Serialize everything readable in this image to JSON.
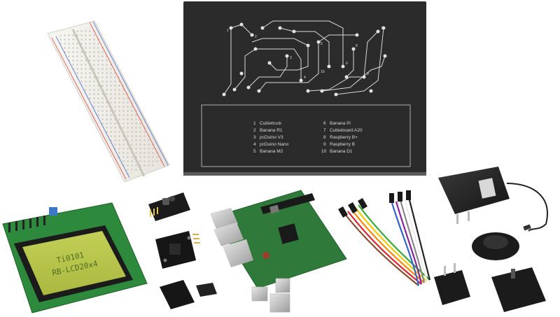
{
  "board_legend": {
    "left": [
      {
        "num": "1",
        "name": "Cubietruck"
      },
      {
        "num": "2",
        "name": "Banana R1"
      },
      {
        "num": "3",
        "name": "pcDuino V3"
      },
      {
        "num": "4",
        "name": "pcDuino Nano"
      },
      {
        "num": "5",
        "name": "Banana M2"
      }
    ],
    "right": [
      {
        "num": "6",
        "name": "Banana Pi"
      },
      {
        "num": "7",
        "name": "Cubieboard A20"
      },
      {
        "num": "8",
        "name": "Raspberry B+"
      },
      {
        "num": "9",
        "name": "Raspberry B"
      },
      {
        "num": "10",
        "name": "Banana D1"
      }
    ]
  },
  "lcd": {
    "line1": "Ti0101",
    "line2": "RB-LCD20x4"
  },
  "board_pin_labels": [
    "1",
    "2",
    "3",
    "4",
    "5",
    "6",
    "7",
    "8",
    "9",
    "10"
  ],
  "colors": {
    "background": "#ffffff",
    "template_board": "#2b2b2b",
    "pcb_green": "#2f7a3a",
    "lcd_screen": "#b7c64a",
    "breadboard": "#f1f0ea",
    "charger": "#262626"
  }
}
